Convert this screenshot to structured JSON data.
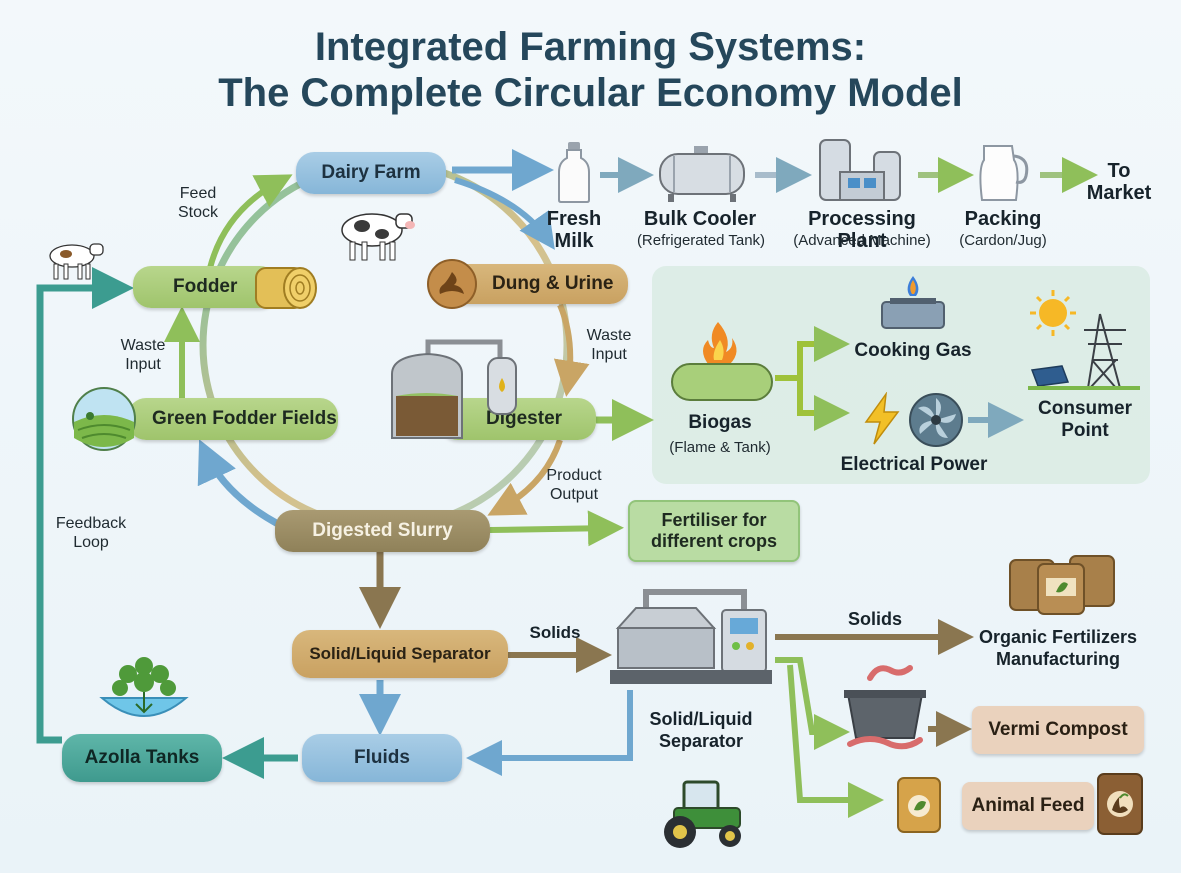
{
  "title": {
    "line1": "Integrated Farming Systems:",
    "line2": "The Complete Circular Economy Model"
  },
  "nodes": {
    "dairy_farm": "Dairy Farm",
    "fodder": "Fodder",
    "dung_urine": "Dung & Urine",
    "green_fodder": "Green Fodder Fields",
    "digester": "Digester",
    "digested_slurry": "Digested Slurry",
    "fertiliser_crops": "Fertiliser for different crops",
    "solid_liquid_separator": "Solid/Liquid Separator",
    "fluids": "Fluids",
    "azolla_tanks": "Azolla Tanks",
    "vermi_compost": "Vermi Compost",
    "animal_feed": "Animal Feed"
  },
  "milk_chain": {
    "fresh_milk": "Fresh Milk",
    "bulk_cooler": "Bulk Cooler",
    "bulk_cooler_sub": "(Refrigerated Tank)",
    "processing_plant": "Processing Plant",
    "processing_plant_sub": "(Advanced Machine)",
    "packing": "Packing",
    "packing_sub": "(Cardon/Jug)",
    "to_market": "To Market"
  },
  "biogas": {
    "biogas": "Biogas",
    "biogas_sub": "(Flame & Tank)",
    "cooking_gas": "Cooking Gas",
    "electrical_power": "Electrical Power",
    "consumer_point": "Consumer Point"
  },
  "labels": {
    "feed_stock": "Feed Stock",
    "waste_input_left": "Waste Input",
    "waste_input_right": "Waste Input",
    "product_output": "Product Output",
    "feedback_loop": "Feedback Loop",
    "solids_1": "Solids",
    "solids_2": "Solids",
    "separator_machine": "Solid/Liquid Separator",
    "organic_fertilizers": "Organic Fertilizers Manufacturing"
  },
  "colors": {
    "title": "#25475b",
    "blue_arrow": "#6fa7cf",
    "green_arrow": "#8fbf5a",
    "brown_arrow": "#8a7650",
    "teal_arrow": "#3c9c90",
    "tan_arrow": "#c9a565"
  }
}
